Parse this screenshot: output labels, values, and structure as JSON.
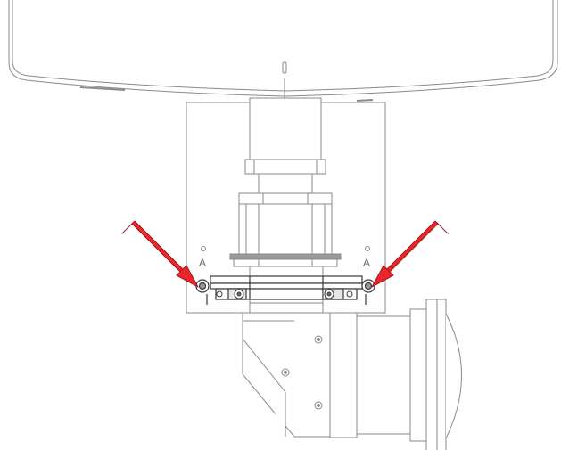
{
  "labels": {
    "left_marker": "A",
    "right_marker": "A"
  },
  "colors": {
    "line": "#8a8a8a",
    "dark_line": "#3a3a3a",
    "arrow_fill": "#e8262b",
    "arrow_stroke": "#a01b1f",
    "shade": "#e6e6e6"
  },
  "callouts": [
    {
      "name": "left-release-arrow",
      "points_to": "left-mounting-screw"
    },
    {
      "name": "right-release-arrow",
      "points_to": "right-mounting-screw"
    }
  ]
}
